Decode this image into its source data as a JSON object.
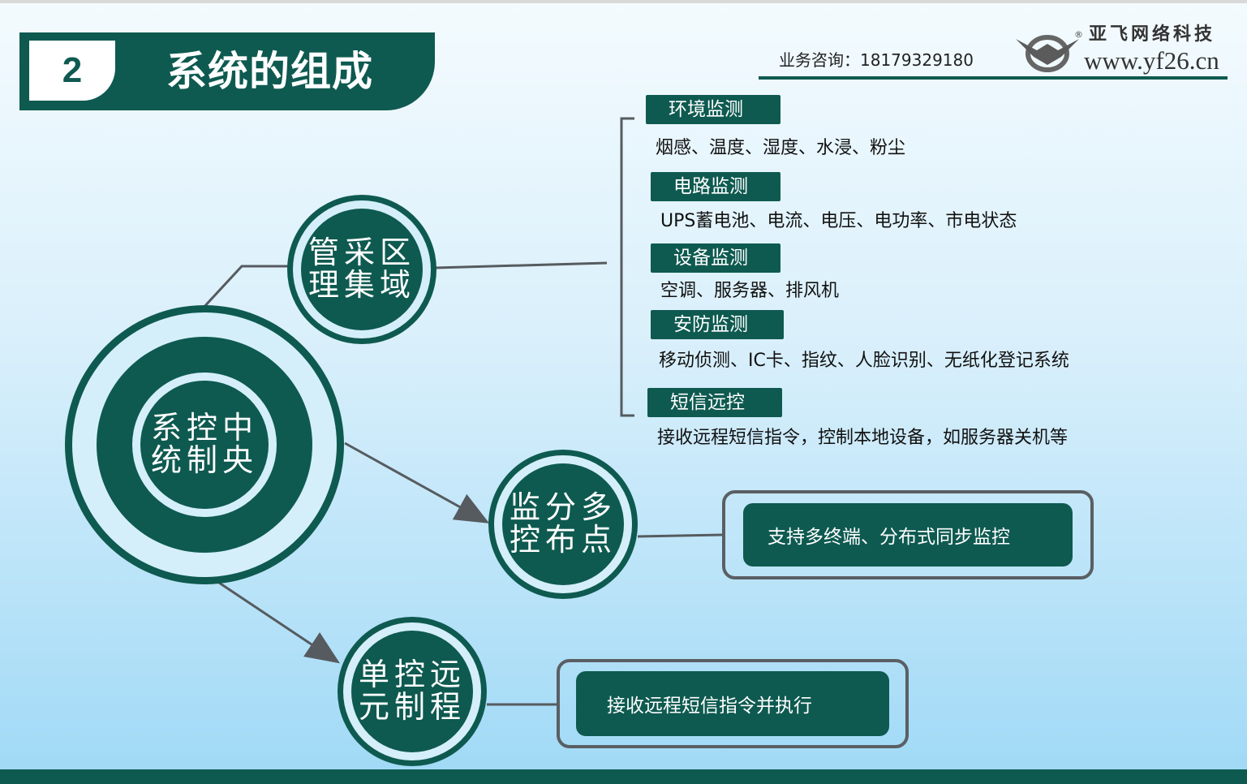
{
  "title": {
    "number": "2",
    "text": "系统的组成"
  },
  "header": {
    "consult": "业务咨询：18179329180",
    "brand_cn": "亚飞网络科技",
    "brand_url": "www.yf26.cn",
    "logo_icon": "yafei-logo-icon"
  },
  "center": {
    "line1": "系控中",
    "line2": "统制央"
  },
  "nodes": {
    "management": {
      "line1": "管采区",
      "line2": "理集域"
    },
    "multipoint": {
      "line1": "监分多",
      "line2": "控布点"
    },
    "remote": {
      "line1": "单控远",
      "line2": "元制程"
    }
  },
  "categories": [
    {
      "label": "环境监测",
      "detail": "烟感、温度、湿度、水浸、粉尘"
    },
    {
      "label": "电路监测",
      "detail": "UPS蓄电池、电流、电压、电功率、市电状态"
    },
    {
      "label": "设备监测",
      "detail": "空调、服务器、排风机"
    },
    {
      "label": "安防监测",
      "detail": "移动侦测、IC卡、指纹、人脸识别、无纸化登记系统"
    },
    {
      "label": "短信远控",
      "detail": "接收远程短信指令，控制本地设备，如服务器关机等"
    }
  ],
  "boxes": {
    "multipoint": "支持多终端、分布式同步监控",
    "remote": "接收远程短信指令并执行"
  },
  "colors": {
    "primary": "#0e5a50",
    "outline": "#5a5f63",
    "text": "#111111"
  }
}
